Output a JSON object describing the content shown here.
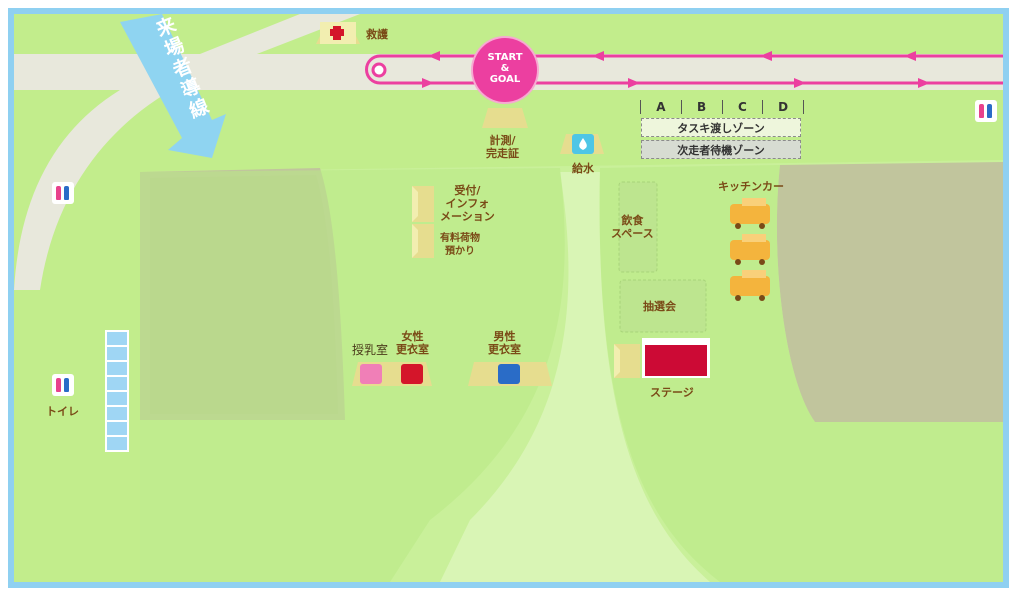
{
  "course": {
    "start_goal": {
      "line1": "START",
      "line2": "&",
      "line3": "GOAL"
    },
    "arrival_route": "来場者導線",
    "rescue": "救護",
    "timing": {
      "line1": "計測/",
      "line2": "完走証"
    },
    "water": "給水"
  },
  "zones": {
    "columns": [
      "A",
      "B",
      "C",
      "D"
    ],
    "relay_zone": "タスキ渡しゾーン",
    "waiting_zone": "次走者待機ゾーン"
  },
  "facilities": {
    "reception": {
      "line1": "受付/",
      "line2": "インフォ",
      "line3": "メーション"
    },
    "baggage": {
      "line1": "有料荷物",
      "line2": "預かり"
    },
    "nursing": "授乳室",
    "female_changing": {
      "line1": "女性",
      "line2": "更衣室"
    },
    "male_changing": {
      "line1": "男性",
      "line2": "更衣室"
    },
    "toilet": "トイレ",
    "eating_space": {
      "line1": "飲食",
      "line2": "スペース"
    },
    "lottery": "抽選会",
    "stage": "ステージ",
    "kitchen_car": "キッチンカー"
  },
  "colors": {
    "border": "#8fd0f1",
    "grass": "#c2ed8c",
    "grass_dark": "#a9de6f",
    "field": "#c1c59d",
    "road": "#e8e8dc",
    "course_line": "#ec3fa0",
    "stage": "#cc0a35",
    "arrival_arrow": "#8fd4f1",
    "kitchen_car": "#f4b43d"
  }
}
